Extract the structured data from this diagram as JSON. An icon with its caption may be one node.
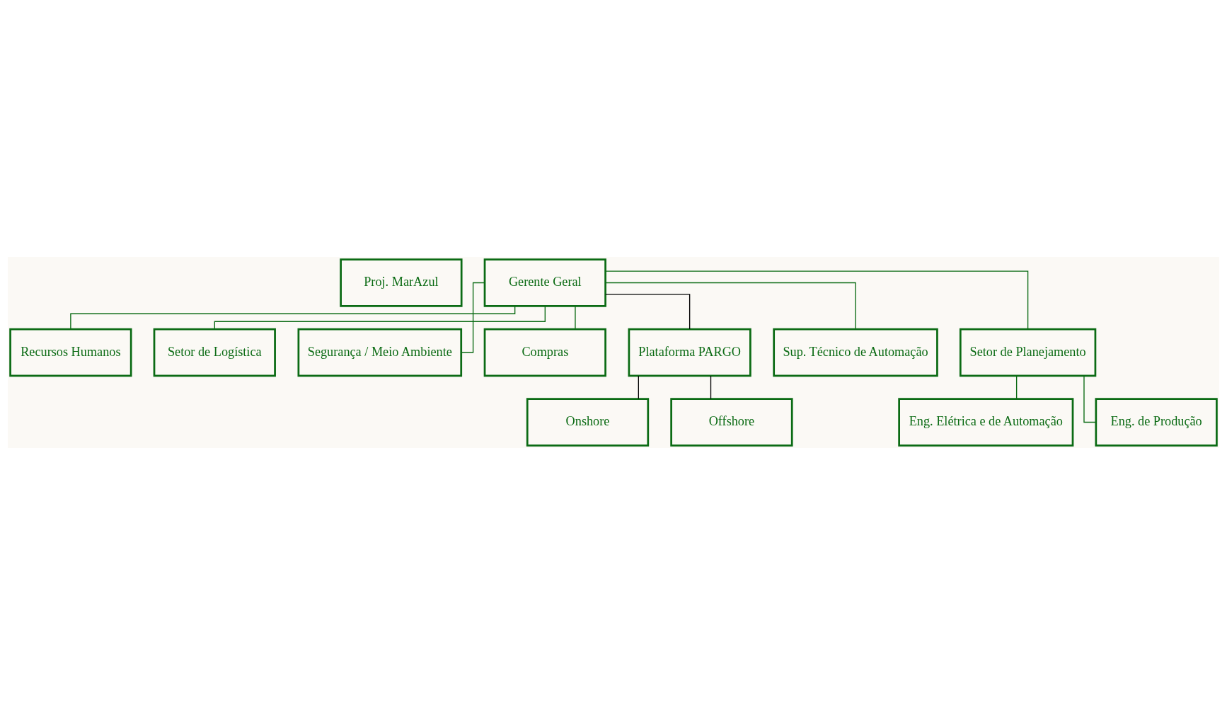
{
  "diagram": {
    "nodes": [
      {
        "text": [
          "Proj. MarAzul"
        ]
      },
      {
        "text": [
          "Gerente Geral"
        ]
      },
      {
        "text": [
          "Recursos Humanos"
        ]
      },
      {
        "text": [
          "Setor de Logística"
        ]
      },
      {
        "text": [
          "Segurança / Meio Ambiente"
        ]
      },
      {
        "text": [
          "Compras"
        ]
      },
      {
        "text": [
          "Plataforma PARGO"
        ]
      },
      {
        "text": [
          "Sup. Técnico de Automação"
        ]
      },
      {
        "text": [
          "Setor de Planejamento"
        ]
      },
      {
        "text": [
          "Onshore"
        ]
      },
      {
        "text": [
          "Offshore"
        ]
      },
      {
        "text": [
          "Eng. Elétrica e de Automação"
        ]
      },
      {
        "text": [
          "Eng. de Produção"
        ]
      }
    ],
    "edges": [
      {
        "from": 1,
        "to": 2,
        "arrow": "none"
      },
      {
        "from": 1,
        "to": 3,
        "arrow": "none"
      },
      {
        "from": 1,
        "to": 4,
        "arrow": "none"
      },
      {
        "from": 1,
        "to": 5,
        "arrow": "none"
      },
      {
        "from": 1,
        "to": 6,
        "arrow": "none",
        "color": "#000000"
      },
      {
        "from": 1,
        "to": 7,
        "arrow": "none"
      },
      {
        "from": 1,
        "to": 8,
        "arrow": "none"
      },
      {
        "from": 6,
        "to": 9,
        "arrow": "none",
        "color": "#000000"
      },
      {
        "from": 6,
        "to": 10,
        "arrow": "none",
        "color": "#000000"
      },
      {
        "from": 8,
        "to": 11,
        "arrow": "none"
      },
      {
        "from": 8,
        "to": 12,
        "arrow": "none"
      }
    ]
  }
}
